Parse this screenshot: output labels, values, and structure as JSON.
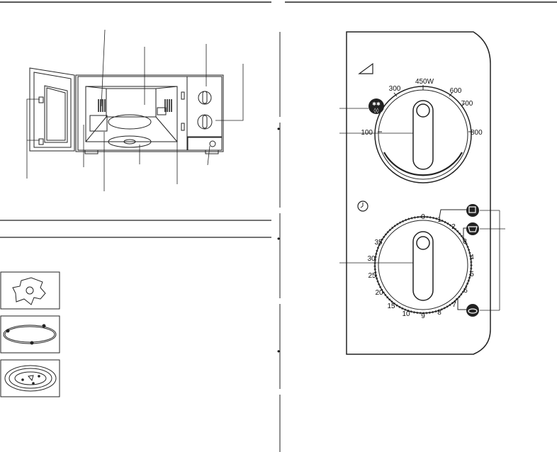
{
  "power_dial": {
    "labels": [
      "100",
      "300",
      "450W",
      "600",
      "700",
      "800"
    ],
    "defrost_icon": "defrost-icon",
    "power_icon": "power-triangle-icon"
  },
  "timer_dial": {
    "labels": [
      "0",
      "1",
      "2",
      "3",
      "4",
      "5",
      "6",
      "7",
      "8",
      "9",
      "10",
      "15",
      "20",
      "25",
      "30",
      "35"
    ],
    "clock_icon": "clock-icon",
    "badges": [
      "cup-icon",
      "bowl-icon",
      "dish-icon"
    ]
  },
  "accessories": [
    "coupler-icon",
    "roller-ring-icon",
    "turntable-icon"
  ],
  "page": {
    "marks": [
      "•",
      "•",
      "•"
    ]
  }
}
